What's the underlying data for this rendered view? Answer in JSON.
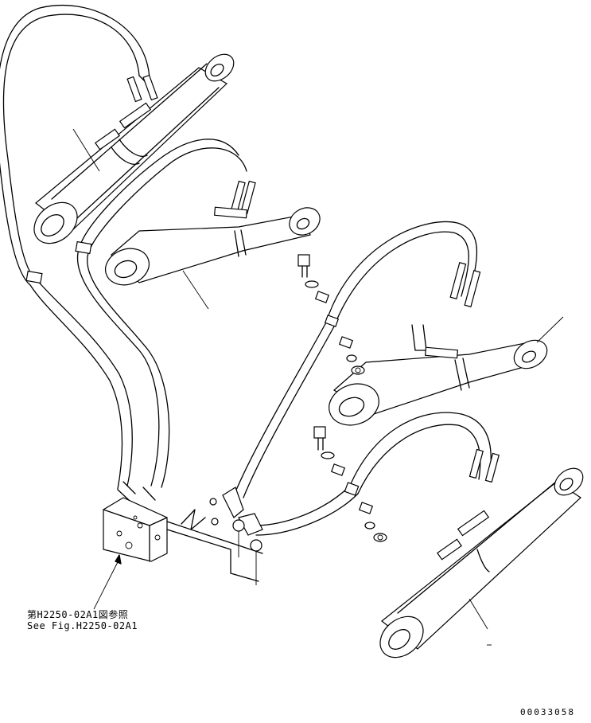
{
  "figure": {
    "reference_jp": "第H2250-02A1図参照",
    "reference_en": "See Fig.H2250-02A1",
    "drawing_number": "00033058"
  }
}
